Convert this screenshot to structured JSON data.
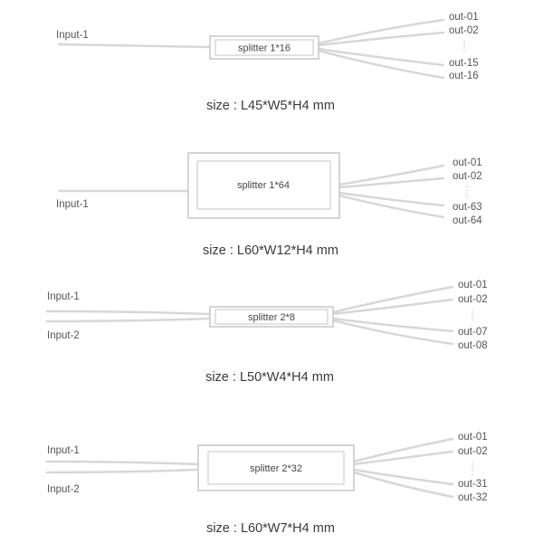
{
  "splitters": [
    {
      "name": "splitter 1*16",
      "inputs": [
        "Input-1"
      ],
      "outputs": [
        "out-01",
        "out-02",
        "out-15",
        "out-16"
      ],
      "size": "size : L45*W5*H4 mm"
    },
    {
      "name": "splitter 1*64",
      "inputs": [
        "Input-1"
      ],
      "outputs": [
        "out-01",
        "out-02",
        "out-63",
        "out-64"
      ],
      "size": "size : L60*W12*H4 mm"
    },
    {
      "name": "splitter 2*8",
      "inputs": [
        "Input-1",
        "Input-2"
      ],
      "outputs": [
        "out-01",
        "out-02",
        "out-07",
        "out-08"
      ],
      "size": "size : L50*W4*H4 mm"
    },
    {
      "name": "splitter 2*32",
      "inputs": [
        "Input-1",
        "Input-2"
      ],
      "outputs": [
        "out-01",
        "out-02",
        "out-31",
        "out-32"
      ],
      "size": "size : L60*W7*H4 mm"
    }
  ],
  "colors": {
    "fiber": "#d7d7d7",
    "box_border": "#c9c9c9",
    "text": "#555555"
  }
}
